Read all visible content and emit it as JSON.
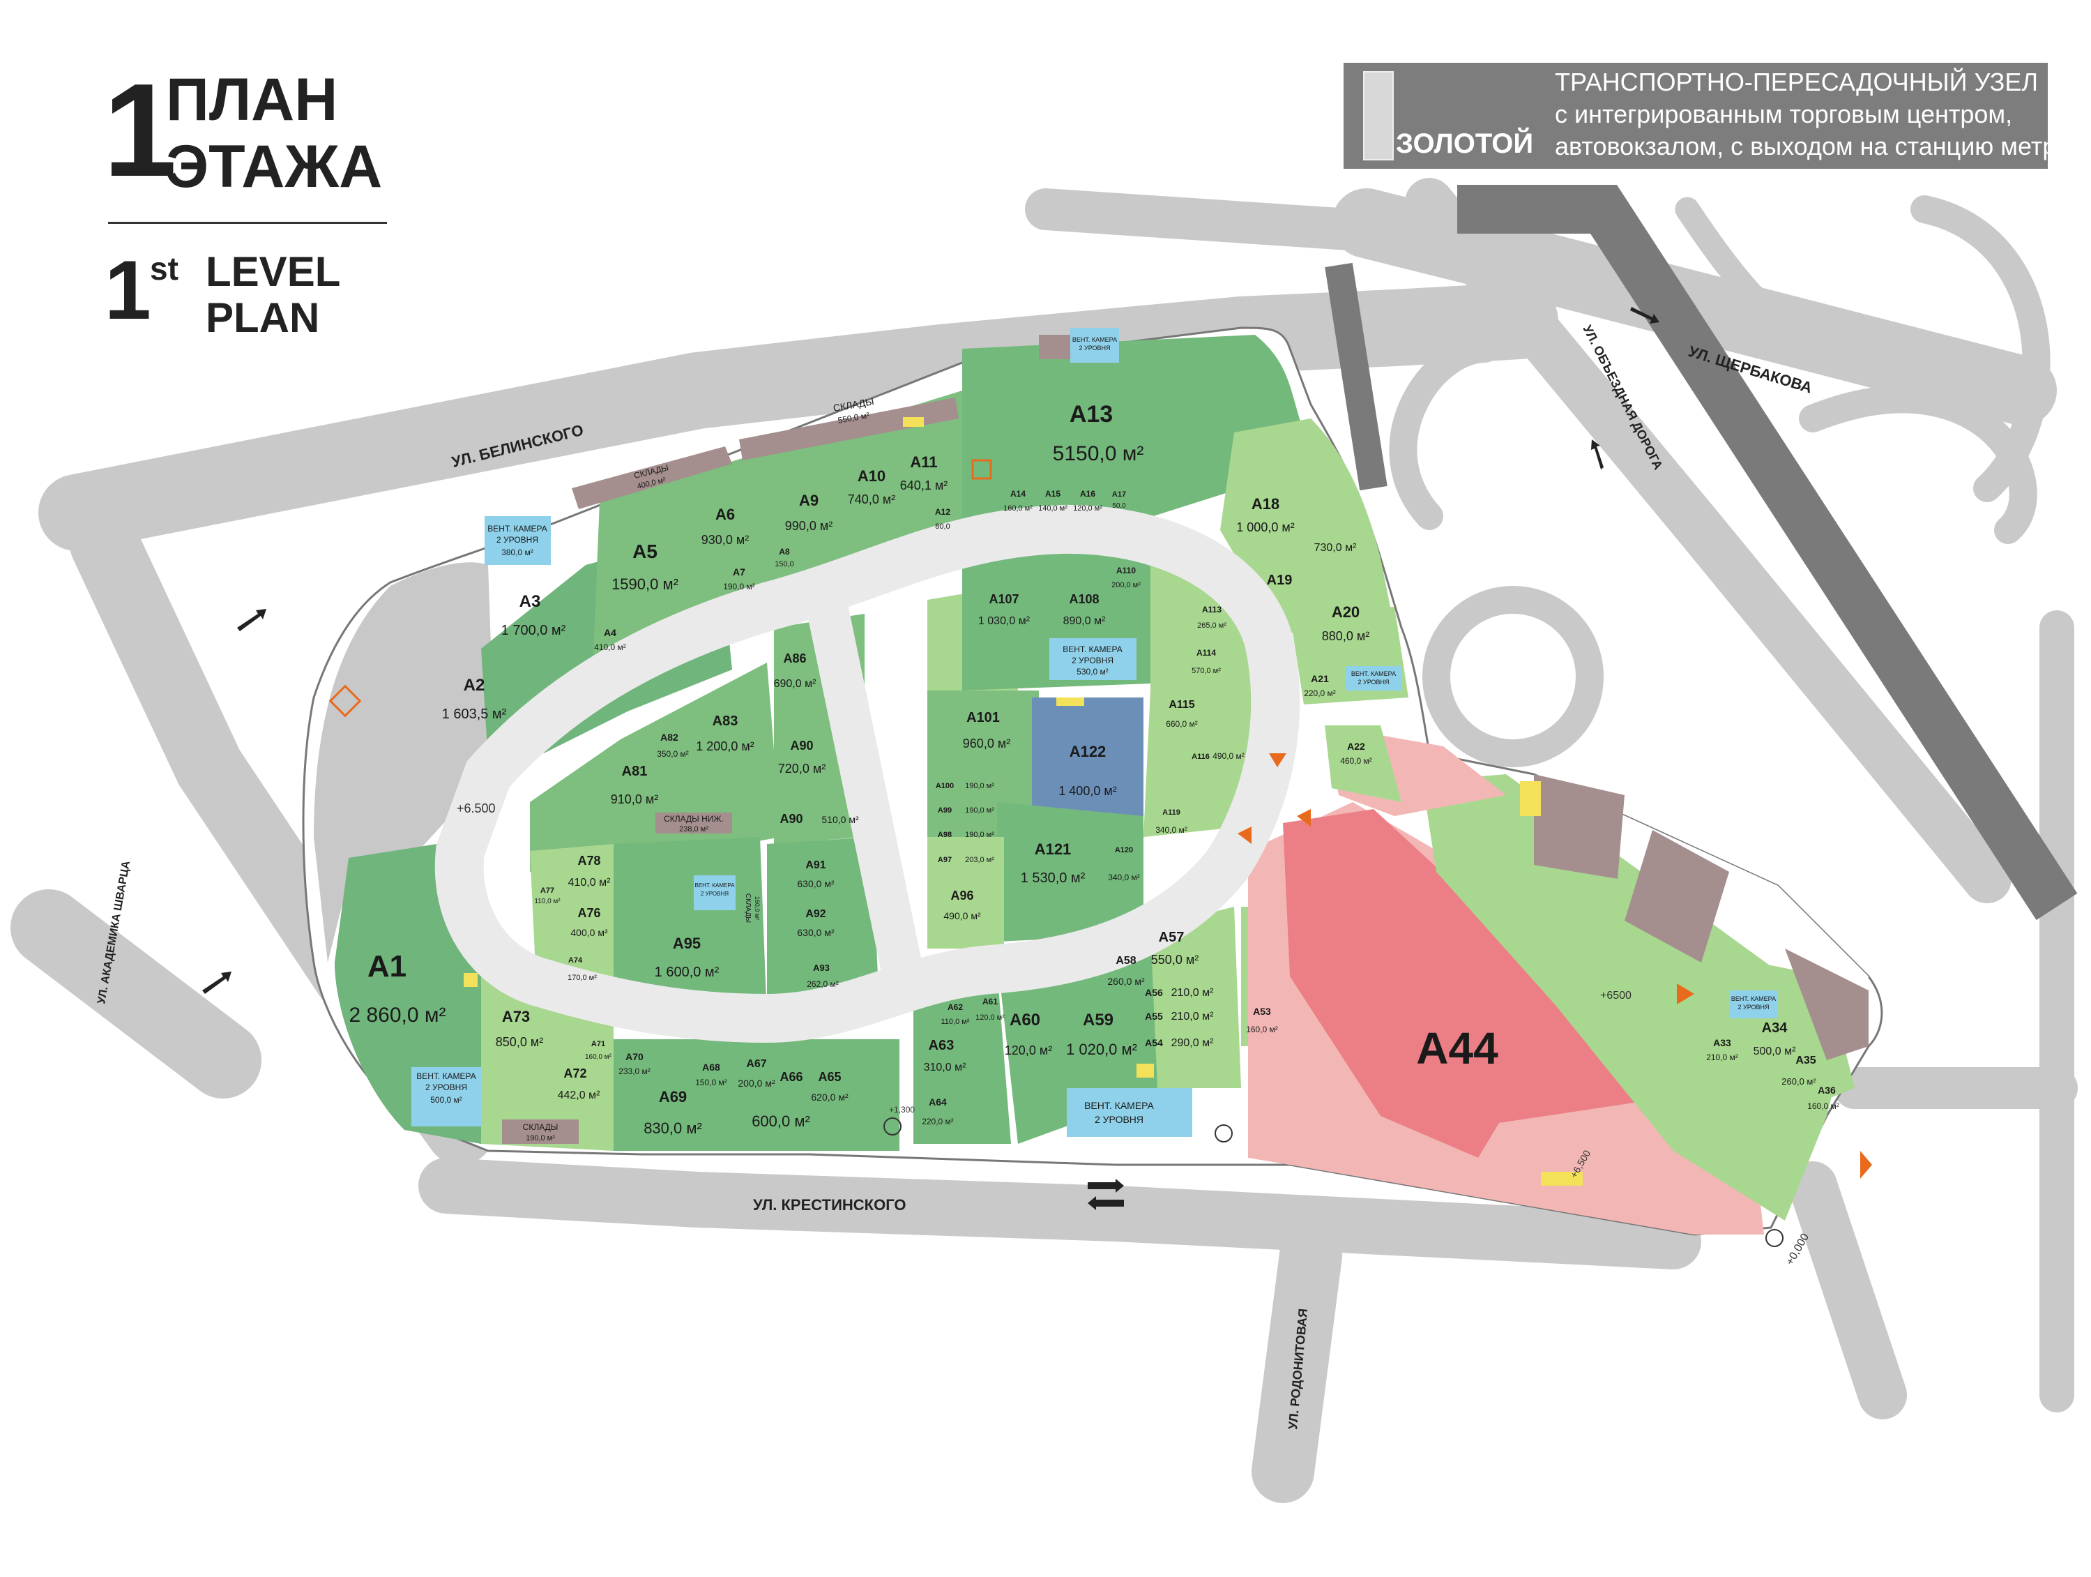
{
  "title": {
    "number": "1",
    "line1": "ПЛАН",
    "line2": "ЭТАЖА",
    "en_number": "1",
    "en_sup": "st",
    "en_line1": "LEVEL",
    "en_line2": "PLAN"
  },
  "header": {
    "logo": "ЗОЛОТОЙ",
    "line1": "ТРАНСПОРТНО-ПЕРЕСАДОЧНЫЙ УЗЕЛ",
    "line2": "с интегрированным торговым центром,",
    "line3": "автовокзалом, с выходом на станцию метро"
  },
  "streets": {
    "belinskogo": "УЛ. БЕЛИНСКОГО",
    "shcherbakova": "УЛ. ЩЕРБАКОВА",
    "obezdnaya": "УЛ. ОБЪЕЗДНАЯ ДОРОГА",
    "krestinskogo": "УЛ. КРЕСТИНСКОГО",
    "rodonitovaya": "УЛ. РОДОНИТОВАЯ",
    "shvartsa": "УЛ. АКАДЕМИКА ШВАРЦА"
  },
  "levels": {
    "l1": "+6.500",
    "l2": "+6500",
    "l3": "+0,000",
    "l4": "+1,300",
    "l5": "+6,500"
  },
  "units": {
    "A1": {
      "name": "A1",
      "area": "2 860,0 м²"
    },
    "A2": {
      "name": "A2",
      "area": "1 603,5 м²"
    },
    "A3": {
      "name": "A3",
      "area": "1 700,0 м²"
    },
    "A4": {
      "name": "A4",
      "area": "410,0 м²"
    },
    "A5": {
      "name": "A5",
      "area": "1590,0 м²"
    },
    "A6": {
      "name": "A6",
      "area": "930,0 м²"
    },
    "A7": {
      "name": "A7",
      "area": "190,0 м²"
    },
    "A8": {
      "name": "A8",
      "area": "150,0"
    },
    "A9": {
      "name": "A9",
      "area": "990,0 м²"
    },
    "A10": {
      "name": "A10",
      "area": "740,0 м²"
    },
    "A11": {
      "name": "A11",
      "area": "640,1 м²"
    },
    "A12": {
      "name": "A12",
      "area": "80,0"
    },
    "A13": {
      "name": "A13",
      "area": "5150,0 м²"
    },
    "A14": {
      "name": "A14",
      "area": "160,0 м²"
    },
    "A15": {
      "name": "A15",
      "area": "140,0 м²"
    },
    "A16": {
      "name": "A16",
      "area": "120,0 м²"
    },
    "A17": {
      "name": "A17",
      "area": "50,0"
    },
    "A18": {
      "name": "A18",
      "area": "1 000,0 м²"
    },
    "A19": {
      "name": "A19",
      "area": "730,0 м²"
    },
    "A20": {
      "name": "A20",
      "area": "880,0 м²"
    },
    "A21": {
      "name": "A21",
      "area": "220,0 м²"
    },
    "A22": {
      "name": "A22",
      "area": "460,0 м²"
    },
    "A34": {
      "name": "A34",
      "area": "500,0 м²"
    },
    "A35": {
      "name": "A35",
      "area": "260,0 м²"
    },
    "A36": {
      "name": "A36",
      "area": "160,0 м²"
    },
    "A33": {
      "name": "A33",
      "area": "210,0 м²"
    },
    "A44": {
      "name": "A44",
      "area": ""
    },
    "A53": {
      "name": "A53",
      "area": "160,0 м²"
    },
    "A54": {
      "name": "A54",
      "area": "290,0 м²"
    },
    "A55": {
      "name": "A55",
      "area": "210,0 м²"
    },
    "A56": {
      "name": "A56",
      "area": "210,0 м²"
    },
    "A57": {
      "name": "A57",
      "area": "550,0 м²"
    },
    "A58": {
      "name": "A58",
      "area": "260,0 м²"
    },
    "A59": {
      "name": "A59",
      "area": "1 020,0 м²"
    },
    "A60": {
      "name": "A60",
      "area": "120,0 м²"
    },
    "A61": {
      "name": "A61",
      "area": "120,0 м²"
    },
    "A62": {
      "name": "A62",
      "area": "110,0 м²"
    },
    "A63": {
      "name": "A63",
      "area": "310,0 м²"
    },
    "A64": {
      "name": "A64",
      "area": "220,0 м²"
    },
    "A65": {
      "name": "A65",
      "area": "620,0 м²"
    },
    "A66": {
      "name": "A66",
      "area": "600,0 м²"
    },
    "A67": {
      "name": "A67",
      "area": "200,0 м²"
    },
    "A68": {
      "name": "A68",
      "area": "150,0 м²"
    },
    "A69": {
      "name": "A69",
      "area": "830,0 м²"
    },
    "A70": {
      "name": "A70",
      "area": "233,0 м²"
    },
    "A71": {
      "name": "A71",
      "area": "160,0 м²"
    },
    "A72": {
      "name": "A72",
      "area": "442,0 м²"
    },
    "A73": {
      "name": "A73",
      "area": "850,0 м²"
    },
    "A74": {
      "name": "A74",
      "area": "170,0 м²"
    },
    "A76": {
      "name": "A76",
      "area": "400,0 м²"
    },
    "A77": {
      "name": "A77",
      "area": "110,0 м²"
    },
    "A78": {
      "name": "A78",
      "area": "410,0 м²"
    },
    "A81": {
      "name": "A81",
      "area": "910,0 м²"
    },
    "A82": {
      "name": "A82",
      "area": "350,0 м²"
    },
    "A83": {
      "name": "A83",
      "area": "1 200,0 м²"
    },
    "A86": {
      "name": "A86",
      "area": "690,0 м²"
    },
    "A90": {
      "name": "A90",
      "area": "720,0 м²"
    },
    "A90b": {
      "name": "A90",
      "area": "510,0 м²"
    },
    "A91": {
      "name": "A91",
      "area": "630,0 м²"
    },
    "A92": {
      "name": "A92",
      "area": "630,0 м²"
    },
    "A93": {
      "name": "A93",
      "area": "262,0 м²"
    },
    "A95": {
      "name": "A95",
      "area": "1 600,0 м²"
    },
    "A96": {
      "name": "A96",
      "area": "490,0 м²"
    },
    "A97": {
      "name": "A97",
      "area": "203,0 м²"
    },
    "A98": {
      "name": "A98",
      "area": "190,0 м²"
    },
    "A99": {
      "name": "A99",
      "area": "190,0 м²"
    },
    "A100": {
      "name": "A100",
      "area": "190,0 м²"
    },
    "A101": {
      "name": "A101",
      "area": "960,0 м²"
    },
    "A107": {
      "name": "A107",
      "area": "1 030,0 м²"
    },
    "A108": {
      "name": "A108",
      "area": "890,0 м²"
    },
    "A110": {
      "name": "A110",
      "area": "200,0 м²"
    },
    "A113": {
      "name": "A113",
      "area": "265,0 м²"
    },
    "A114": {
      "name": "A114",
      "area": "570,0 м²"
    },
    "A115": {
      "name": "A115",
      "area": "660,0 м²"
    },
    "A116": {
      "name": "A116",
      "area": "490,0 м²"
    },
    "A119": {
      "name": "A119",
      "area": "340,0 м²"
    },
    "A120": {
      "name": "A120",
      "area": "340,0 м²"
    },
    "A121": {
      "name": "A121",
      "area": "1 530,0 м²"
    },
    "A122": {
      "name": "A122",
      "area": "1 400,0 м²"
    }
  },
  "facilities": {
    "vent_a1": {
      "name": "ВЕНТ. КАМЕРА",
      "sub": "2 УРОВНЯ",
      "area": "500,0 м²"
    },
    "vent_a3": {
      "name": "ВЕНТ. КАМЕРА",
      "sub": "2 УРОВНЯ",
      "area": "380,0 м²"
    },
    "vent_a13": {
      "name": "ВЕНТ. КАМЕРА",
      "sub": "2 УРОВНЯ",
      "area": ""
    },
    "vent_a108": {
      "name": "ВЕНТ. КАМЕРА",
      "sub": "2 УРОВНЯ",
      "area": "530,0 м²"
    },
    "vent_a59": {
      "name": "ВЕНТ. КАМЕРА",
      "sub": "2 УРОВНЯ",
      "area": ""
    },
    "vent_a20": {
      "name": "ВЕНТ. КАМЕРА",
      "sub": "2 УРОВНЯ",
      "area": ""
    },
    "vent_a34": {
      "name": "ВЕНТ. КАМЕРА",
      "sub": "2 УРОВНЯ",
      "area": ""
    },
    "vent_a95": {
      "name": "ВЕНТ. КАМЕРА",
      "sub": "2 УРОВНЯ",
      "area": ""
    },
    "skl_n": {
      "name": "СКЛАДЫ",
      "area": "550,0 м²"
    },
    "skl_nw": {
      "name": "СКЛАДЫ",
      "area": "400,0 м²"
    },
    "skl_mid": {
      "name": "СКЛАДЫ НИЖ.",
      "area": "238,0 м²"
    },
    "skl_s": {
      "name": "СКЛАДЫ",
      "area": "190,0 м²"
    },
    "skl_a95": {
      "name": "СКЛАДЫ",
      "area": "160,0 м²"
    }
  },
  "colors": {
    "road": "#c9c9c9",
    "road_dark": "#7a7a7a",
    "plaza": "#eaeaea",
    "unit_green": "#7ebe7e",
    "unit_green_dark": "#5fae6b",
    "unit_light": "#b8dca0",
    "unit_teal": "#8cc9a0",
    "anchor_pink": "#ec7f86",
    "anchor_pink_light": "#f2b7b5",
    "fitness_blue": "#6c8fb8",
    "vent_blue": "#8fd1ea",
    "storage": "#a58e8e",
    "accent_orange": "#e86a1c",
    "accent_yellow": "#f3e15a",
    "header_gray": "#7d7d7d"
  }
}
